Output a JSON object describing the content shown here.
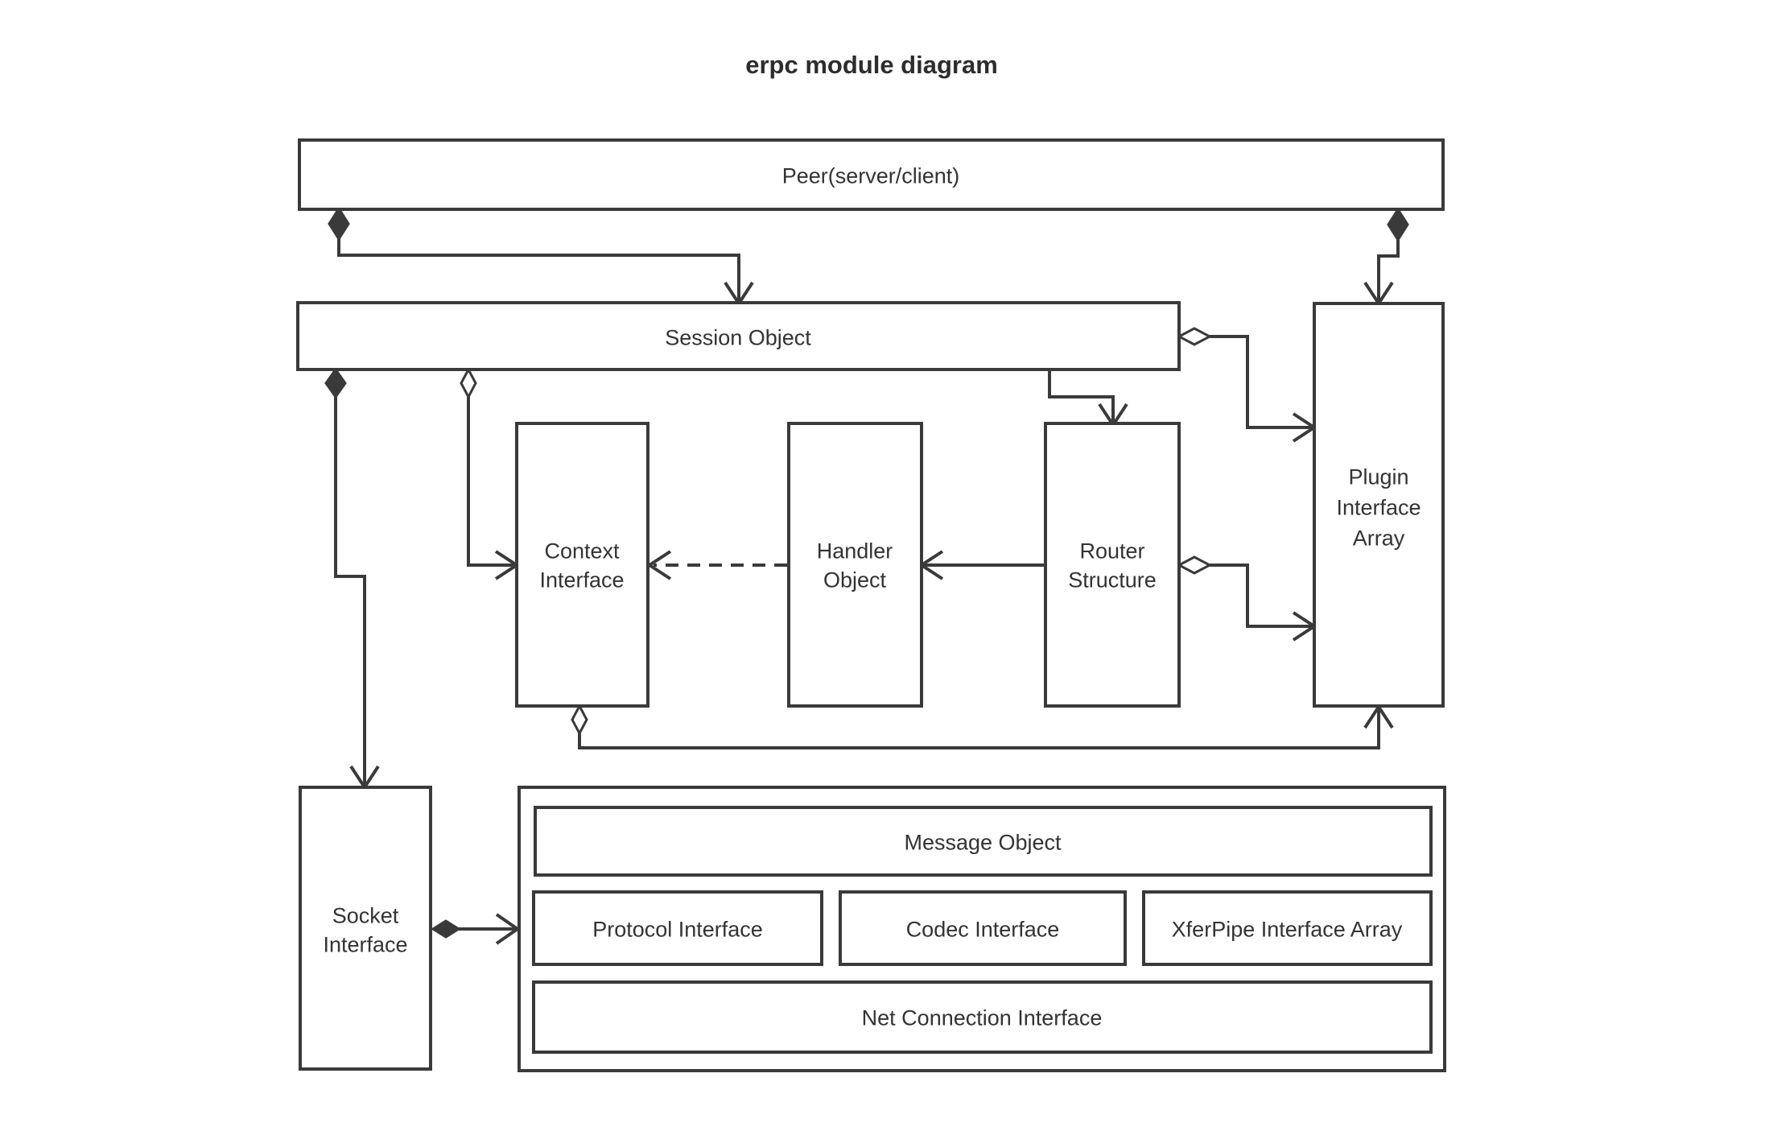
{
  "title": "erpc module diagram",
  "colors": {
    "stroke": "#3a3a3a",
    "text": "#333333",
    "background": "#ffffff"
  },
  "nodes": {
    "peer": {
      "id": "peer",
      "label": "Peer(server/client)"
    },
    "session": {
      "id": "session",
      "label": "Session Object"
    },
    "context": {
      "id": "context",
      "label": "Context Interface",
      "lines": [
        "Context",
        "Interface"
      ]
    },
    "handler": {
      "id": "handler",
      "label": "Handler Object",
      "lines": [
        "Handler",
        "Object"
      ]
    },
    "router": {
      "id": "router",
      "label": "Router Structure",
      "lines": [
        "Router",
        "Structure"
      ]
    },
    "plugin": {
      "id": "plugin",
      "label": "Plugin Interface Array",
      "lines": [
        "Plugin",
        "Interface",
        "Array"
      ]
    },
    "socket": {
      "id": "socket",
      "label": "Socket Interface",
      "lines": [
        "Socket",
        "Interface"
      ]
    },
    "container": {
      "id": "container",
      "label": ""
    },
    "message": {
      "id": "message",
      "label": "Message Object"
    },
    "protocol": {
      "id": "protocol",
      "label": "Protocol Interface"
    },
    "codec": {
      "id": "codec",
      "label": "Codec Interface"
    },
    "xferpipe": {
      "id": "xferpipe",
      "label": "XferPipe Interface Array"
    },
    "netconn": {
      "id": "netconn",
      "label": "Net Connection Interface"
    }
  },
  "edges": [
    {
      "from": "peer",
      "to": "session",
      "type": "composition",
      "line": "solid"
    },
    {
      "from": "peer",
      "to": "plugin",
      "type": "composition",
      "line": "solid"
    },
    {
      "from": "session",
      "to": "plugin",
      "type": "aggregation",
      "line": "solid"
    },
    {
      "from": "session",
      "to": "socket",
      "type": "composition",
      "line": "solid"
    },
    {
      "from": "session",
      "to": "context",
      "type": "aggregation",
      "line": "solid"
    },
    {
      "from": "session",
      "to": "router",
      "type": "association",
      "line": "solid"
    },
    {
      "from": "handler",
      "to": "context",
      "type": "association",
      "line": "dashed"
    },
    {
      "from": "router",
      "to": "handler",
      "type": "association",
      "line": "solid"
    },
    {
      "from": "router",
      "to": "plugin",
      "type": "aggregation",
      "line": "solid"
    },
    {
      "from": "context",
      "to": "plugin",
      "type": "aggregation",
      "line": "solid"
    },
    {
      "from": "socket",
      "to": "container",
      "type": "composition",
      "line": "solid"
    }
  ]
}
